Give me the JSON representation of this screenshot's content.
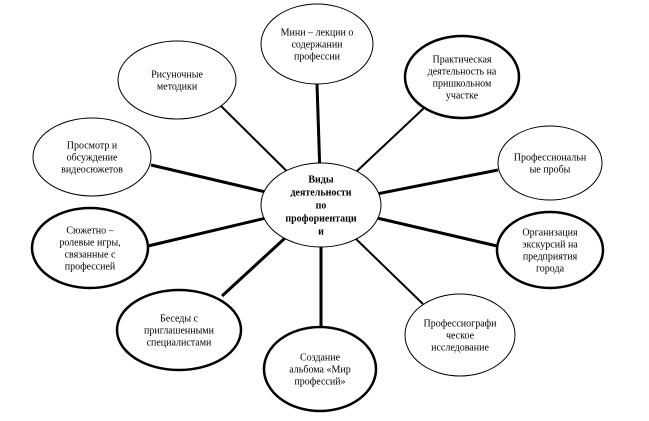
{
  "diagram": {
    "center": {
      "lines": [
        "Виды",
        "деятельности",
        "по",
        "профориентаци",
        "и"
      ]
    },
    "nodes": [
      {
        "id": "mini-lectures",
        "lines": [
          "Мини – лекции о",
          "содержании",
          "профессии"
        ]
      },
      {
        "id": "practical-activity",
        "lines": [
          "Практическая",
          "деятельность на",
          "пришкольном",
          "участке"
        ]
      },
      {
        "id": "professional-trials",
        "lines": [
          "Профессиональн",
          "ые пробы"
        ]
      },
      {
        "id": "excursions",
        "lines": [
          "Организация",
          "экскурсий на",
          "предприятия",
          "города"
        ]
      },
      {
        "id": "professiography",
        "lines": [
          "Профессиографи",
          "ческое",
          "исследование"
        ]
      },
      {
        "id": "album",
        "lines": [
          "Создание",
          "альбома «Мир",
          "профессий»"
        ]
      },
      {
        "id": "talks",
        "lines": [
          "Беседы с",
          "приглашенными",
          "специалистами"
        ]
      },
      {
        "id": "role-games",
        "lines": [
          "Сюжетно –",
          "ролевые игры,",
          "связанные с",
          "профессией"
        ]
      },
      {
        "id": "video",
        "lines": [
          "Просмотр и",
          "обсуждение",
          "видеосюжетов"
        ]
      },
      {
        "id": "drawing",
        "lines": [
          "Рисуночные",
          "методики"
        ]
      }
    ]
  }
}
